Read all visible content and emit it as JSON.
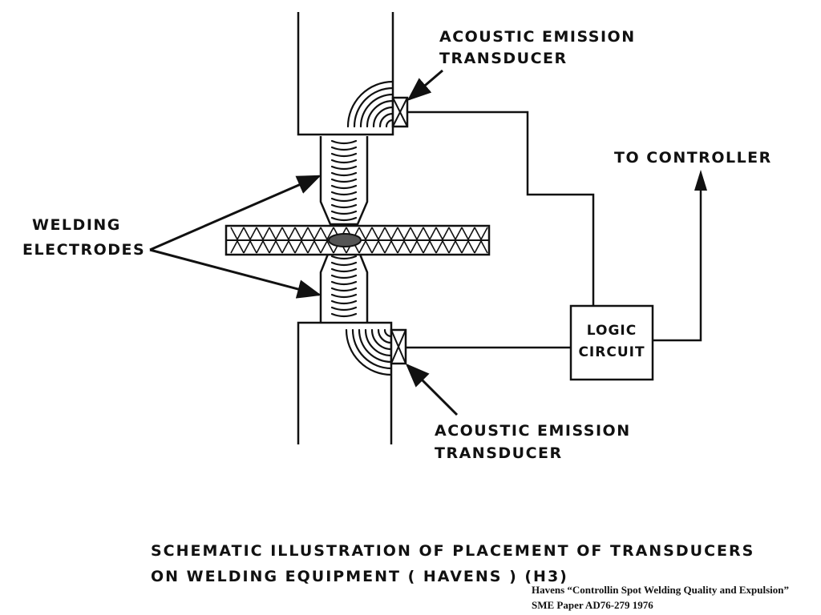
{
  "labels": {
    "transducer_top_line1": "ACOUSTIC  EMISSION",
    "transducer_top_line2": "TRANSDUCER",
    "to_controller": "TO  CONTROLLER",
    "welding_line1": "WELDING",
    "welding_line2": "ELECTRODES",
    "logic_line1": "LOGIC",
    "logic_line2": "CIRCUIT",
    "transducer_bottom_line1": "ACOUSTIC  EMISSION",
    "transducer_bottom_line2": "TRANSDUCER"
  },
  "caption": {
    "line1": "SCHEMATIC  ILLUSTRATION  OF  PLACEMENT  OF  TRANSDUCERS",
    "line2": "ON  WELDING  EQUIPMENT    ( HAVENS )  (H3)"
  },
  "citation": {
    "line1": "Havens “Controllin Spot Welding Quality and Expulsion”",
    "line2": "SME Paper AD76-279  1976"
  }
}
